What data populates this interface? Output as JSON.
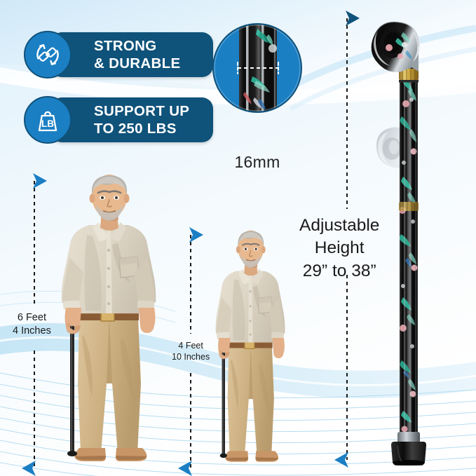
{
  "product": {
    "type": "adjustable-walking-cane",
    "shaft_color": "#141414",
    "pattern": "floral",
    "accent_gold": "#c8a03c"
  },
  "palette": {
    "badge_pill_bg": "#0f527a",
    "badge_circle_bg": "#1b7fc4",
    "badge_text": "#ffffff",
    "magnifier_bg": "#1b7fc4",
    "magnifier_border": "#0f527a",
    "arrow_blue": "#1b7fc4",
    "arrow_dash": "#1a1a1a",
    "background_wave": "#a8d8f0",
    "body_text": "#1a1a1a",
    "skin": "#e6b68a",
    "shirt": "#ded6c6",
    "pants": "#cfb храм"
  },
  "badges": [
    {
      "icon": "chain-link-durable-icon",
      "line1": "STRONG",
      "line2": "& DURABLE"
    },
    {
      "icon": "weight-lb-icon",
      "line1": "SUPPORT UP",
      "line2": "TO 250 LBS"
    }
  ],
  "magnifier": {
    "caption": "16mm",
    "callout": "shaft-diameter-measure"
  },
  "measurements": {
    "tall_person": {
      "line1": "6 Feet",
      "line2": "4 Inches"
    },
    "short_person": {
      "line1": "4 Feet",
      "line2": "10 Inches"
    },
    "cane_height": {
      "line1": "Adjustable",
      "line2": "Height",
      "line3": "29” to 38”"
    }
  },
  "figures": [
    {
      "name": "tall-man-with-cane",
      "height_label": "6 Feet 4 Inches"
    },
    {
      "name": "short-man-with-cane",
      "height_label": "4 Feet 10 Inches"
    }
  ]
}
